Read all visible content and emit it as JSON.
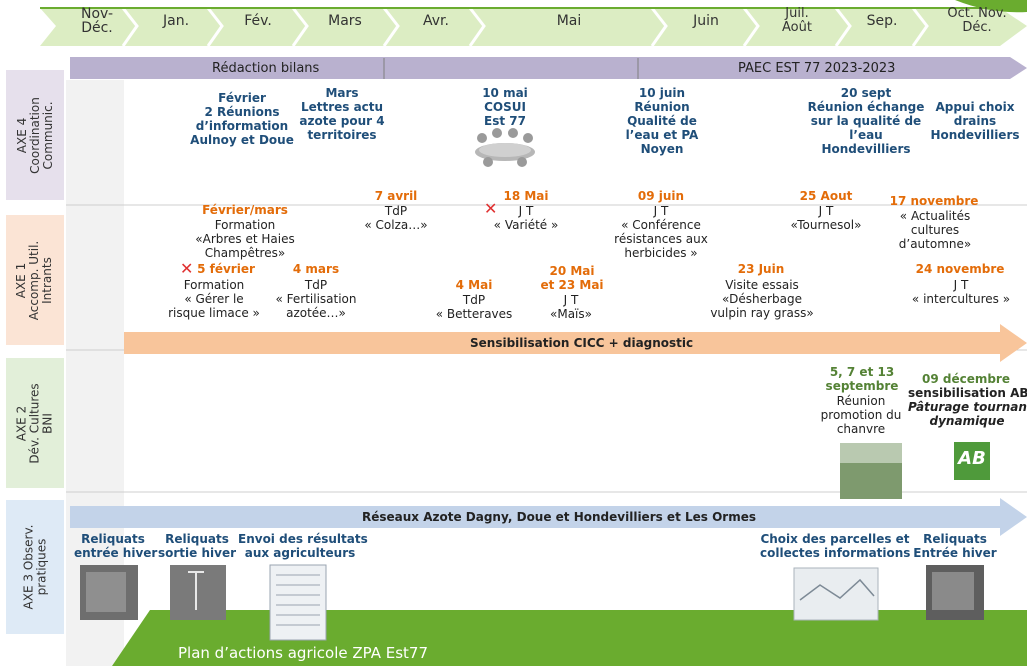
{
  "months": [
    "Nov-\nDéc.",
    "Jan.",
    "Fév.",
    "Mars",
    "Avr.",
    "Mai",
    "Juin",
    "Juil.\nAoût",
    "Sep.",
    "Oct. Nov.\nDéc."
  ],
  "axes": {
    "axe4": "AXE 4\nCoordination\nCommunic.",
    "axe1": "AXE 1\nAccomp. Util.\nIntrants",
    "axe2": "AXE 2\nDév. Cultures\nBNI",
    "axe3": "AXE 3 Observ.\npratiques"
  },
  "bars": {
    "redaction": "Rédaction bilans",
    "paec": "PAEC EST 77 2023-2023",
    "sensibilisation": "Sensibilisation CICC + diagnostic",
    "reseaux": "Réseaux Azote Dagny, Doue et Hondevilliers et Les Ormes",
    "plan": "Plan d’actions agricole ZPA Est77"
  },
  "axe4_events": [
    "Février\n2 Réunions\nd’information\nAulnoy et Doue",
    "Mars\nLettres actu\nazote pour 4\nterritoires",
    "10 mai\nCOSUI\nEst 77",
    "10 juin\nRéunion\nQualité de\nl’eau et PA\nNoyen",
    "20 sept\nRéunion échange\nsur la qualité de\nl’eau\nHondevilliers",
    "Appui choix\ndrains\nHondevilliers"
  ],
  "axe1_events": {
    "fevmars_date": "Février/mars",
    "fevmars_text": "Formation\n«Arbres et Haies\nChampêtres»",
    "fev5_date": "5 février",
    "fev5_text": "Formation\n« Gérer le\nrisque limace »",
    "mars4_date": "4 mars",
    "mars4_text": "TdP\n« Fertilisation\nazotée…»",
    "avril7_date": "7 avril",
    "avril7_text": "TdP\n« Colza…»",
    "mai4_date": "4 Mai",
    "mai4_text": "TdP\n« Betteraves",
    "mai18_date": "18 Mai",
    "mai18_text": "J T\n« Variété »",
    "mai20_date": "20 Mai\net 23 Mai",
    "mai20_text": "J T\n«Maïs»",
    "juin9_date": "09 juin",
    "juin9_text": "J T\n« Conférence\nrésistances aux\nherbicides »",
    "juin23_date": "23 Juin",
    "juin23_text": "Visite essais\n«Désherbage\nvulpin ray grass»",
    "aout25_date": "25 Aout",
    "aout25_text": "J T\n«Tournesol»",
    "nov17_date": "17 novembre",
    "nov17_text": "« Actualités\ncultures\nd’automne»",
    "nov24_date": "24 novembre",
    "nov24_text": "J T\n« intercultures »"
  },
  "axe2_events": {
    "sept_date": "5, 7 et 13\nseptembre",
    "sept_text": "Réunion\npromotion du\nchanvre",
    "dec_date": "09 décembre",
    "dec_title": "sensibilisation AB",
    "dec_text": "Pâturage tournant\ndynamique",
    "ab_logo": "AB"
  },
  "axe3_events": [
    "Reliquats\nentrée hiver",
    "Reliquats\nsortie hiver",
    "Envoi des résultats\naux agriculteurs",
    "Choix des parcelles et\ncollectes informations",
    "Reliquats\nEntrée hiver"
  ],
  "colors": {
    "month_green": "#d8ebbd",
    "axis_bg": "#e6e0ec",
    "plan_green": "#6aac2f",
    "lavender": "#b9b1cf",
    "orange_bar": "#f5b98a",
    "blue_bar": "#c3d3e9"
  }
}
